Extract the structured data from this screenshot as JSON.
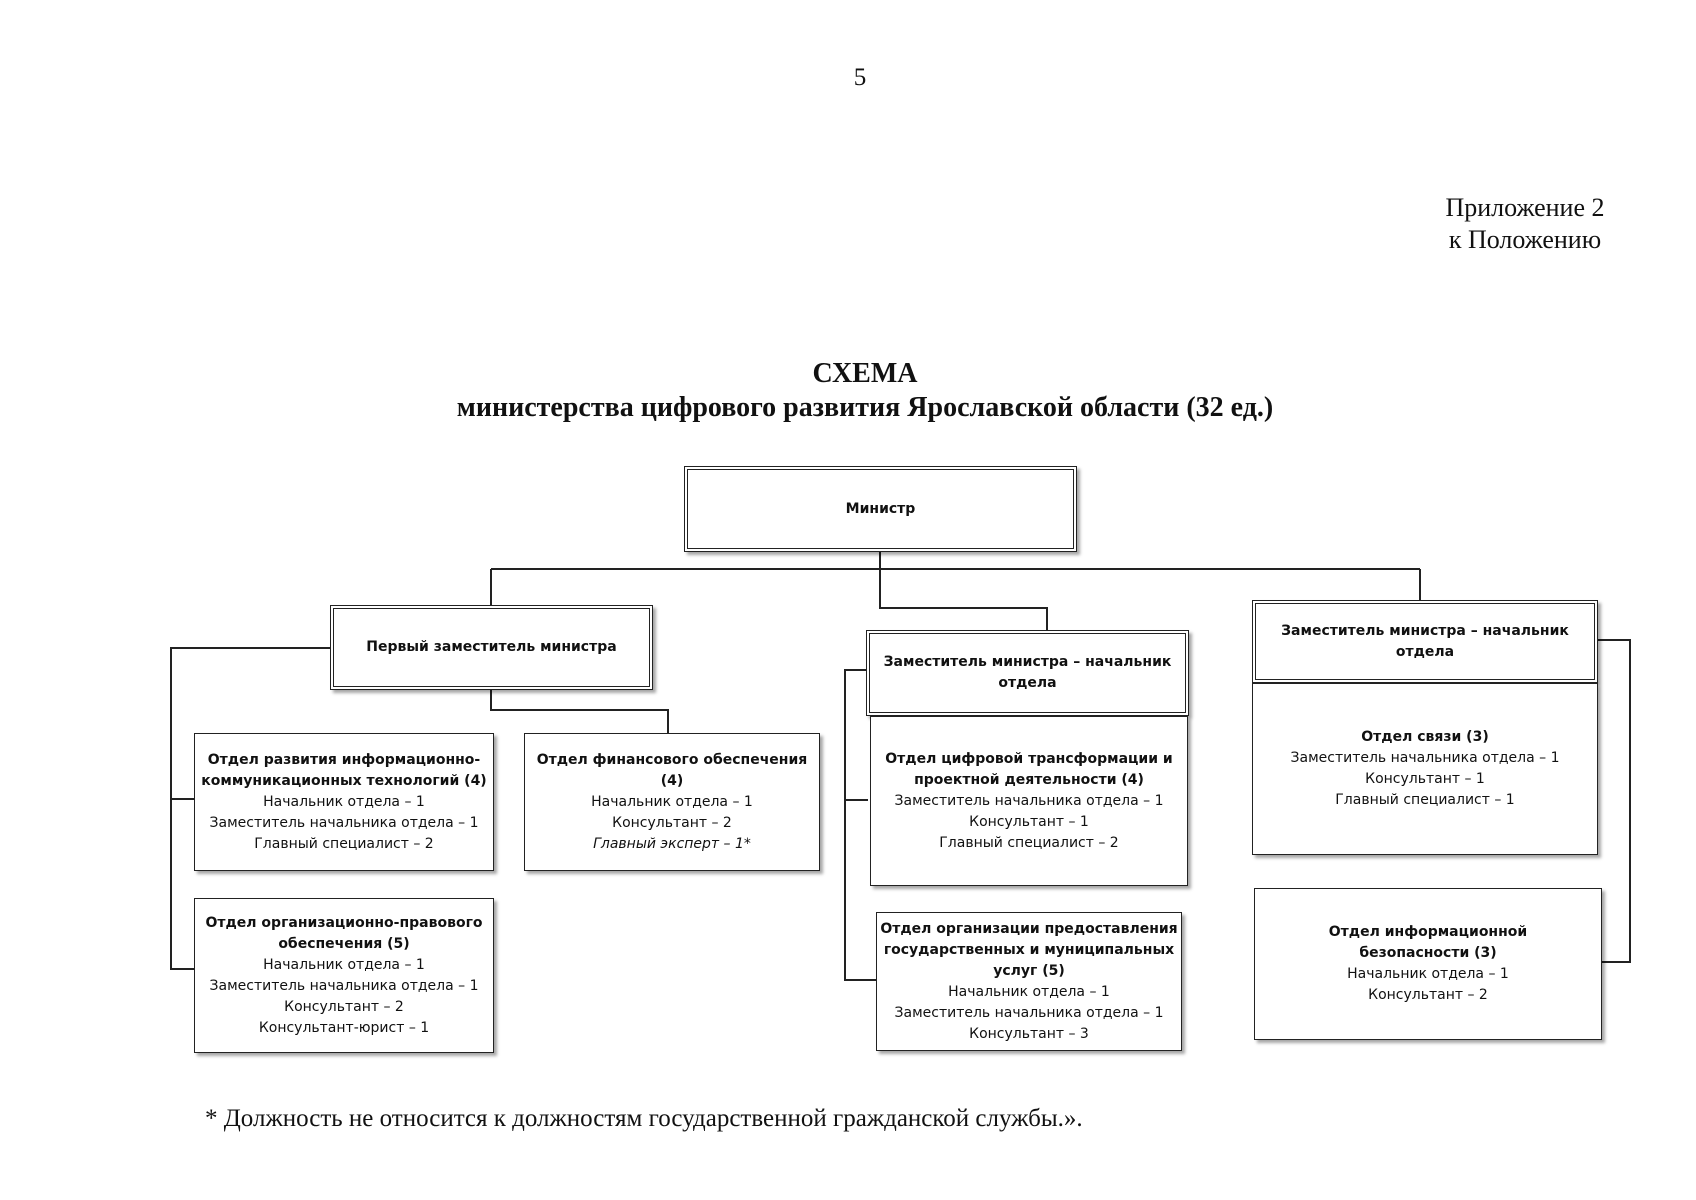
{
  "page_number": "5",
  "appendix": {
    "line1": "Приложение 2",
    "line2": "к Положению"
  },
  "title": {
    "line1": "СХЕМА",
    "line2": "министерства цифрового развития Ярославской области (32 ед.)"
  },
  "chart": {
    "minister": "Министр",
    "first_deputy": "Первый заместитель министра",
    "deputy_2": {
      "line1": "Заместитель министра – начальник",
      "line2": "отдела"
    },
    "deputy_3": {
      "line1": "Заместитель министра – начальник",
      "line2": "отдела"
    },
    "departments": {
      "ict": {
        "title1": "Отдел развития информационно-",
        "title2": "коммуникационных технологий (4)",
        "lines": [
          "Начальник отдела – 1",
          "Заместитель начальника отдела – 1",
          "Главный специалист – 2"
        ]
      },
      "finance": {
        "title1": "Отдел финансового обеспечения (4)",
        "lines": [
          "Начальник отдела – 1",
          "Консультант – 2",
          "Главный эксперт – 1*"
        ]
      },
      "legal": {
        "title1": "Отдел организационно-правового",
        "title2": "обеспечения (5)",
        "lines": [
          "Начальник отдела – 1",
          "Заместитель начальника отдела – 1",
          "Консультант – 2",
          "Консультант-юрист – 1"
        ]
      },
      "digital": {
        "title1": "Отдел цифровой трансформации и",
        "title2": "проектной деятельности  (4)",
        "lines": [
          "Заместитель начальника отдела – 1",
          "Консультант – 1",
          "Главный специалист – 2"
        ]
      },
      "services": {
        "title1": "Отдел организации предоставления",
        "title2": "государственных и муниципальных",
        "title3": "услуг (5)",
        "lines": [
          "Начальник отдела – 1",
          "Заместитель начальника отдела – 1",
          "Консультант – 3"
        ]
      },
      "communications": {
        "title1": "Отдел связи (3)",
        "lines": [
          "Заместитель начальника отдела – 1",
          "Консультант – 1",
          "Главный специалист – 1"
        ]
      },
      "security": {
        "title1": "Отдел информационной",
        "title2": "безопасности (3)",
        "lines": [
          "Начальник отдела – 1",
          "Консультант – 2"
        ]
      }
    }
  },
  "footnote": "* Должность не относится к должностям государственной гражданской службы.»."
}
